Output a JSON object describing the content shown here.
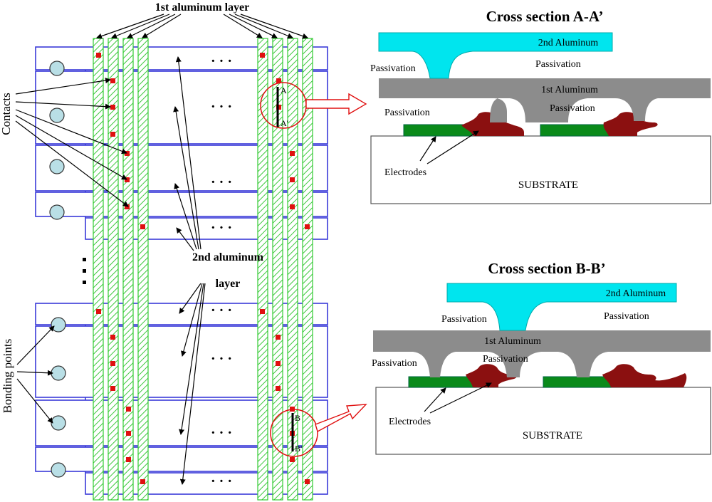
{
  "plan": {
    "label_first_al": "1st aluminum layer",
    "label_second_al_1": "2nd aluminum",
    "label_second_al_2": "layer",
    "label_contacts": "Contacts",
    "label_bonding": "Bonding points",
    "ellipsis_h": "· · ·",
    "ellipsis_v": "·\n·\n·",
    "marker_a": "A",
    "marker_a_prime": "A'",
    "marker_b": "B",
    "marker_b_prime": "B'"
  },
  "section_a": {
    "title": "Cross section A-A’",
    "second_al": "2nd Aluminum",
    "first_al": "1st Aluminum",
    "passivation": "Passivation",
    "electrodes": "Electrodes",
    "substrate": "SUBSTRATE"
  },
  "section_b": {
    "title": "Cross section B-B’",
    "second_al": "2nd Aluminum",
    "first_al": "1st Aluminum",
    "passivation": "Passivation",
    "electrodes": "Electrodes",
    "substrate": "SUBSTRATE"
  },
  "colors": {
    "pad_outline": "#3a3ad8",
    "strip_green": "#33cc33",
    "contact_red": "#e01010",
    "bond_fill": "#b9dfe6",
    "second_al": "#00e5ee",
    "first_al": "#8c8c8c",
    "electrode": "#0a8a1a",
    "dark_red": "#8b1010",
    "callout": "#e01010"
  }
}
